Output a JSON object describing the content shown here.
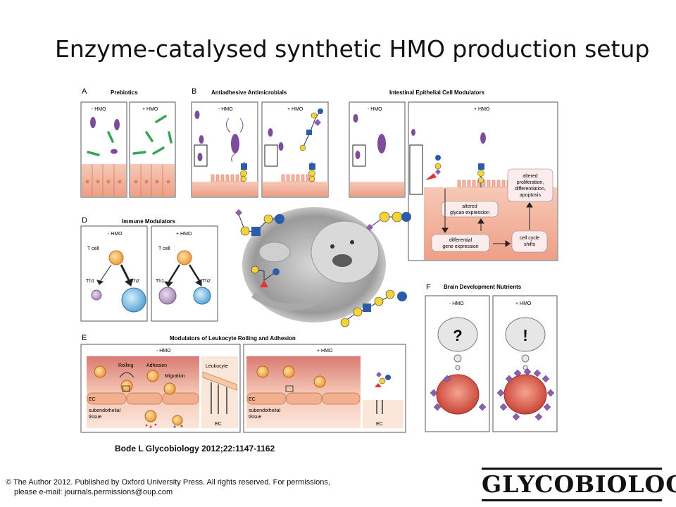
{
  "slide": {
    "title": "Enzyme-catalysed synthetic HMO production setup",
    "citation": "Bode L Glycobiology 2012;22:1147-1162",
    "copyright_line1": "© The Author 2012. Published by Oxford University Press. All rights reserved. For permissions,",
    "copyright_line2": "please e-mail: journals.permissions@oup.com",
    "journal_logo": "GLYCOBIOLOGY"
  },
  "figure": {
    "panel_a": {
      "letter": "A",
      "heading": "Prebiotics",
      "left_label": "- HMO",
      "right_label": "+ HMO"
    },
    "panel_b": {
      "letter": "B",
      "heading": "Antiadhesive Antimicrobials",
      "left_label": "- HMO",
      "right_label": "+ HMO"
    },
    "panel_c": {
      "heading": "Intestinal Epithelial Cell Modulators",
      "left_label": "- HMO",
      "right_label": "+ HMO",
      "altered_line1": "altered",
      "altered_line2": "proliferation,",
      "altered_line3": "differentiation,",
      "altered_line4": "apoptosis",
      "glycan_line1": "altered",
      "glycan_line2": "glycan expression",
      "gene_line1": "differential",
      "gene_line2": "gene expression",
      "cycle_line1": "cell cycle",
      "cycle_line2": "shifts"
    },
    "panel_d": {
      "letter": "D",
      "heading": "Immune Modulators",
      "left_label": "- HMO",
      "right_label": "+ HMO",
      "tcell": "T cell",
      "th1": "Th1",
      "th2": "Th2"
    },
    "panel_e": {
      "letter": "E",
      "heading": "Modulators of Leukocyte Rolling and Adhesion",
      "left_label": "- HMO",
      "right_label": "+ HMO",
      "rolling": "Rolling",
      "adhesion": "Adhesion",
      "migration": "Migration",
      "leukocyte": "Leukocyte",
      "ec": "EC",
      "subendo_line1": "subendothelial",
      "subendo_line2": "tissue"
    },
    "panel_f": {
      "letter": "F",
      "heading": "Brain Development Nutrients",
      "left_label": "- HMO",
      "right_label": "+ HMO",
      "left_mark": "?",
      "right_mark": "!"
    }
  }
}
